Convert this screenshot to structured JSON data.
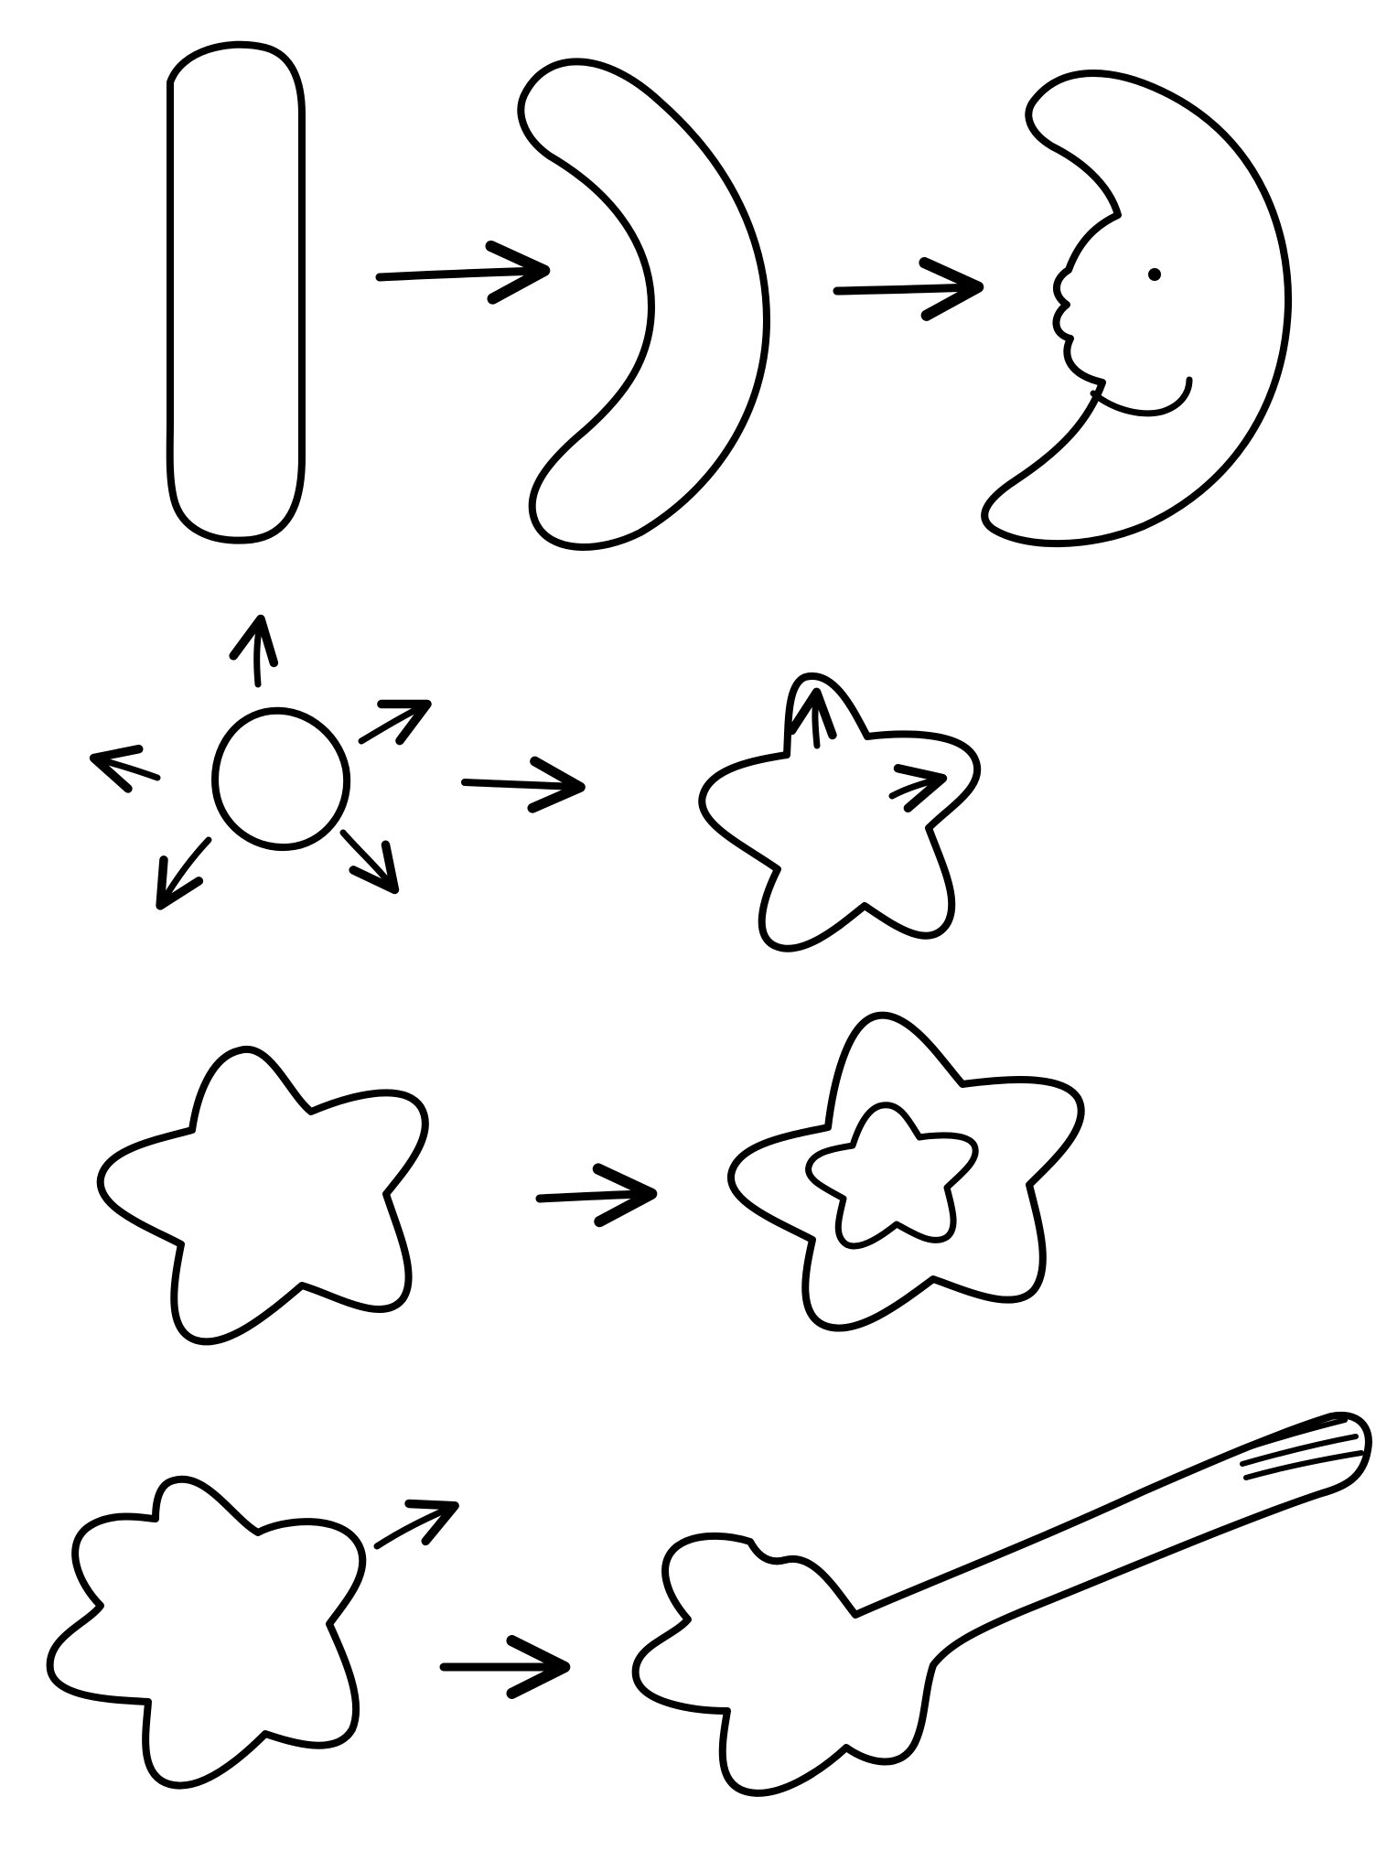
{
  "diagram": {
    "background": "#ffffff",
    "ink_color": "#000000",
    "rows": [
      {
        "id": "moon-sequence",
        "steps": [
          "straight-capsule",
          "curved-crescent",
          "smiling-moon"
        ],
        "transitions": 2
      },
      {
        "id": "star-sequence",
        "steps": [
          "circle-expanding-outward",
          "star-points-growing"
        ],
        "transitions": 1
      },
      {
        "id": "nested-star-sequence",
        "steps": [
          "wavy-star",
          "star-with-inner-star"
        ],
        "transitions": 1
      },
      {
        "id": "shooting-star-sequence",
        "steps": [
          "wavy-star-moving",
          "shooting-star-with-tail"
        ],
        "transitions": 1
      }
    ]
  }
}
